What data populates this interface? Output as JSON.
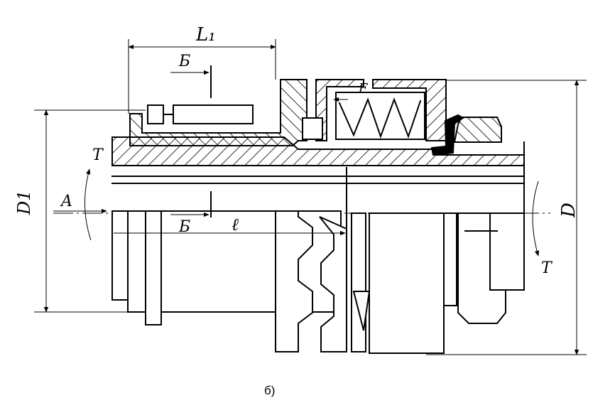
{
  "figure": {
    "caption": "б)",
    "labels": {
      "L1": "L₁",
      "section_top": "Б",
      "section_bottom": "Б",
      "arrow_A": "A",
      "torque_left": "T",
      "torque_right": "T",
      "dim_D1": "D1",
      "dim_D": "D",
      "dim_l": "ℓ",
      "force_F": "F"
    }
  }
}
